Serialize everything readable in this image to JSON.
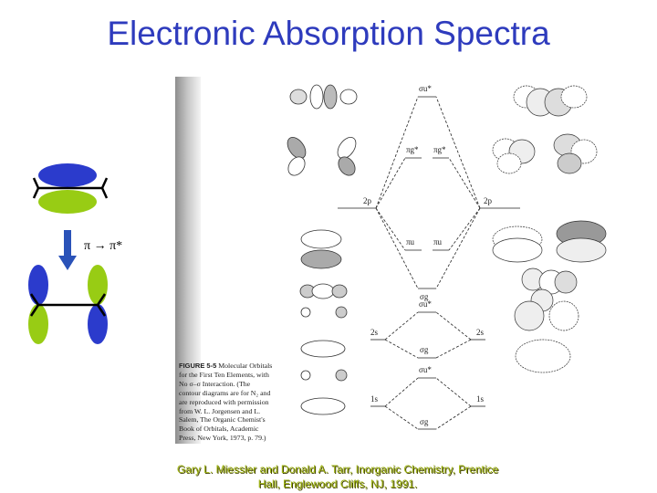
{
  "slide": {
    "title": "Electronic Absorption Spectra",
    "credit_line1": "Gary L. Miessler and Donald A. Tarr, Inorganic Chemistry, Prentice",
    "credit_line2": "Hall, Englewood Cliffs, NJ, 1991."
  },
  "left_diagram": {
    "transition_label": "π → π*",
    "colors": {
      "blue": "#2b3bcc",
      "green": "#98cc14",
      "arrow": "#2a52b8"
    }
  },
  "figure": {
    "caption_fig": "FIGURE 5-5",
    "caption_lines": [
      "Molecular Orbitals",
      "for the First Ten Elements, with",
      "No σ–σ Interaction. (The",
      "contour diagrams are for N₂ and",
      "are reproduced with permission",
      "from W. L. Jorgensen and L.",
      "Salem, The Organic Chemist's",
      "Book of Orbitals, Academic",
      "Press, New York, 1973, p. 79.)"
    ],
    "labels": {
      "sigma_u_star": "σu*",
      "pi_g_star_left": "πg*",
      "pi_g_star_right": "πg*",
      "two_p_left": "2p",
      "two_p_right": "2p",
      "pi_u_left": "πu",
      "pi_u_right": "πu",
      "sigma_g": "σg",
      "sigma_u_star_2s": "σu*",
      "two_s_left": "2s",
      "two_s_right": "2s",
      "sigma_g_2s": "σg",
      "sigma_u_star_1s": "σu*",
      "one_s_left": "1s",
      "one_s_right": "1s",
      "sigma_g_1s": "σg"
    }
  }
}
